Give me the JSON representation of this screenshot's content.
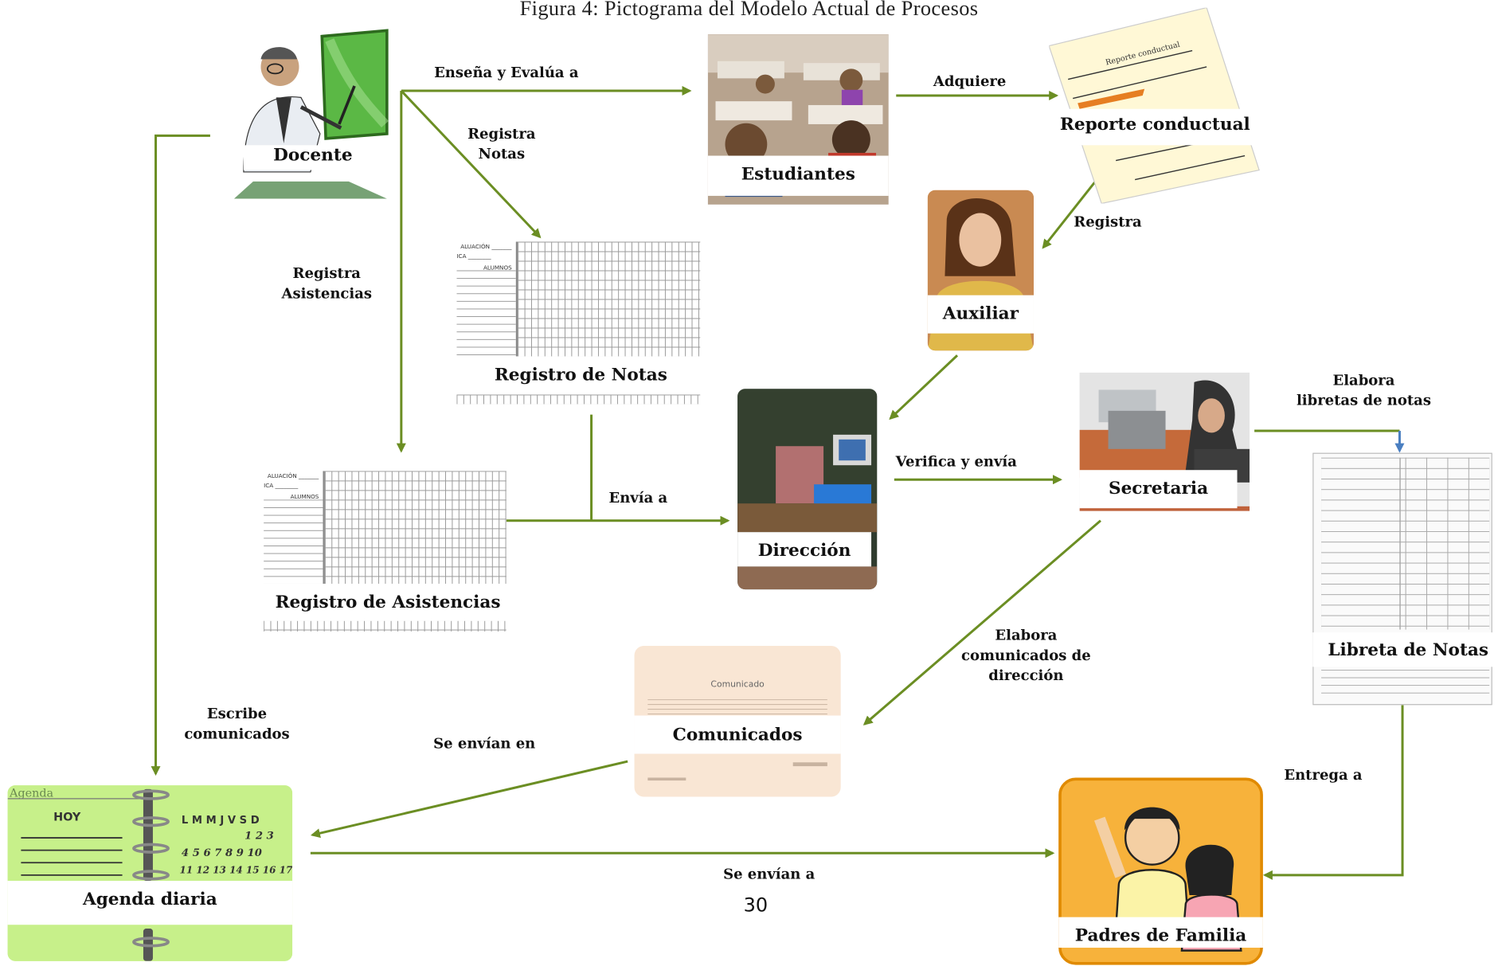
{
  "title": "Figura 4: Pictograma del Modelo Actual de Procesos",
  "page_number": "30",
  "nodes": {
    "docente": "Docente",
    "estudiantes": "Estudiantes",
    "reporte": "Reporte conductual",
    "reporte_sheet_title": "Reporte conductual",
    "auxiliar": "Auxiliar",
    "registro_notas": "Registro de Notas",
    "registro_asistencias": "Registro de Asistencias",
    "direccion": "Dirección",
    "secretaria": "Secretaria",
    "libreta": "Libreta de Notas",
    "comunicados": "Comunicados",
    "comunicado_sheet_title": "Comunicado",
    "agenda": "Agenda diaria",
    "padres": "Padres de Familia"
  },
  "agenda_image": {
    "brand": "Agenda",
    "today": "HOY",
    "days": "L M M J V S D",
    "row1": "1 2 3",
    "row2": "4 5 6 7 8 9 10",
    "row3": "11 12 13 14 15 16 17"
  },
  "edges": {
    "ensena": "Enseña y Evalúa a",
    "registra_notas": "Registra\nNotas",
    "adquiere": "Adquiere",
    "registra": "Registra",
    "registra_asistencias": "Registra\nAsistencias",
    "envia_a": "Envía a",
    "verifica": "Verifica y envía",
    "elabora_libretas": "Elabora\nlibretas de notas",
    "elabora_comunicados": "Elabora\ncomunicados de\ndirección",
    "escribe": "Escribe\ncomunicados",
    "se_envian_en": "Se envían en",
    "se_envian_a": "Se envían a",
    "entrega_a": "Entrega a"
  },
  "colors": {
    "arrow": "#6b8e23",
    "blue_arrow": "#4a7fc1",
    "agenda_green": "#c7f08a"
  }
}
